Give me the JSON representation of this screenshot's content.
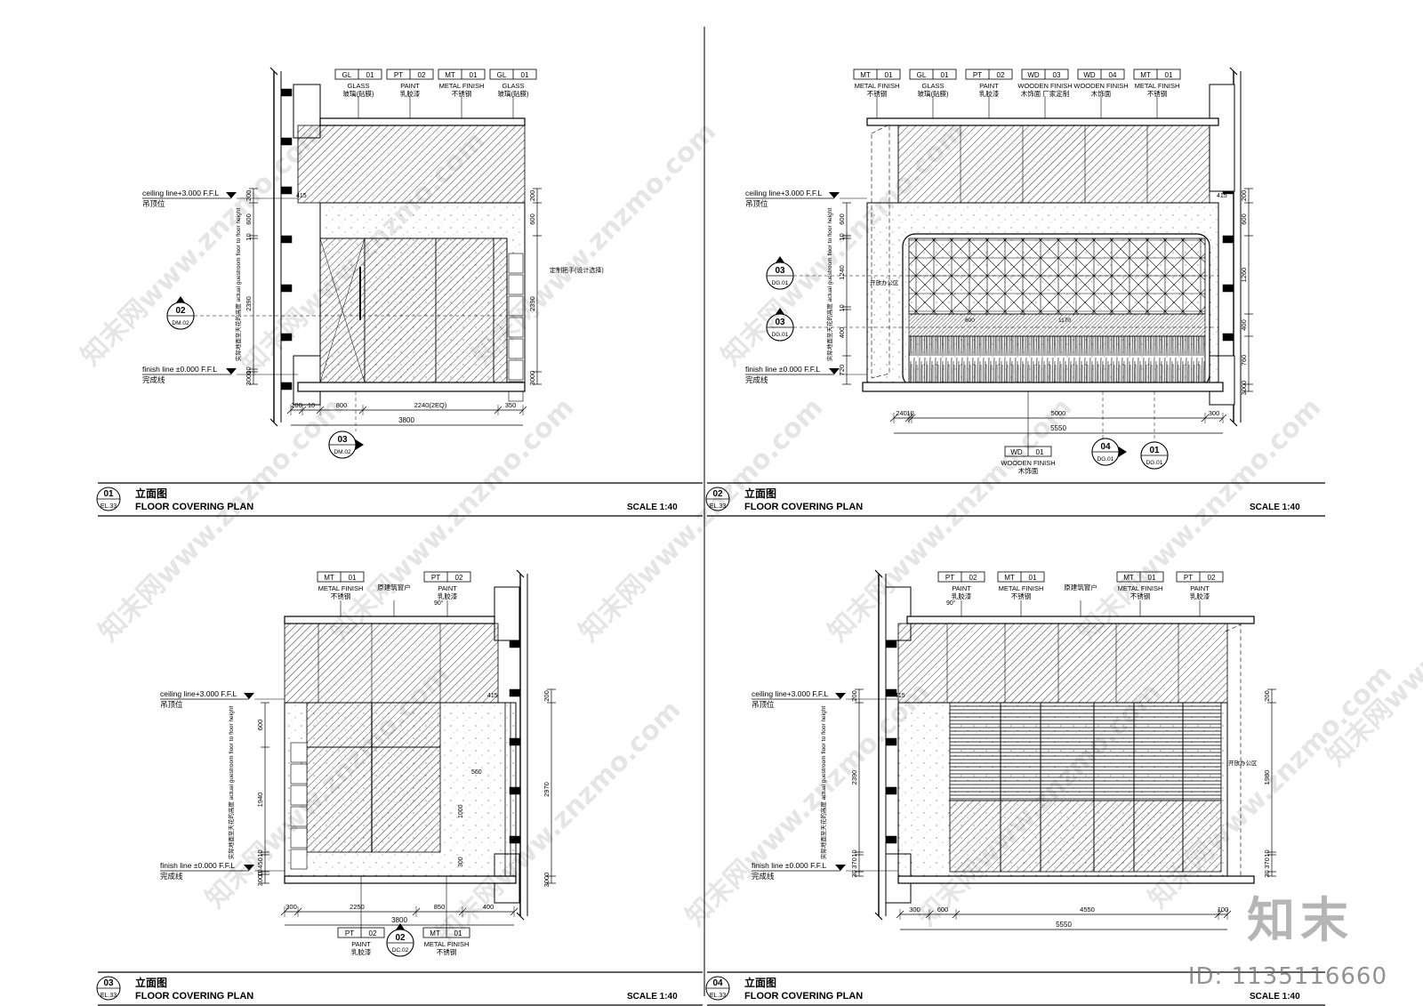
{
  "scale_label": "SCALE 1:40",
  "panels": [
    {
      "id": "p1",
      "num": "01",
      "ref": "EL.33",
      "title_cn": "立面图",
      "title_en": "FLOOR COVERING PLAN",
      "tags": [
        {
          "code": "GL",
          "num": "01",
          "en": "GLASS",
          "cn": "玻璃(贴膜)"
        },
        {
          "code": "PT",
          "num": "02",
          "en": "PAINT",
          "cn": "乳胶漆"
        },
        {
          "code": "MT",
          "num": "01",
          "en": "METAL FINISH",
          "cn": "不锈钢"
        },
        {
          "code": "GL",
          "num": "01",
          "en": "GLASS",
          "cn": "玻璃(贴膜)"
        }
      ],
      "ceiling_en": "ceiling line+3.000 F.F.L",
      "ceiling_cn": "吊顶位",
      "finish_en": "finish line ±0.000 F.F.L",
      "finish_cn": "完成线",
      "left_dims": [
        "200",
        "600",
        "10",
        "2390",
        "10",
        "3000"
      ],
      "right_dims": [
        "200",
        "600",
        "2390",
        "3000"
      ],
      "bottom_dims": [
        "200",
        "10",
        "800",
        "2240(2EQ)",
        "350"
      ],
      "total": "3800",
      "callouts": [
        {
          "n": "02",
          "r": "DM.02"
        },
        {
          "n": "03",
          "r": "DM.02"
        }
      ],
      "notes": [
        "定制把手(设计选择)",
        "415"
      ],
      "vertical_note": "实际地面至天花的高度 actual guestroom floor to floor height"
    },
    {
      "id": "p2",
      "num": "02",
      "ref": "EL.33",
      "title_cn": "立面图",
      "title_en": "FLOOR COVERING PLAN",
      "tags": [
        {
          "code": "MT",
          "num": "01",
          "en": "METAL FINISH",
          "cn": "不锈钢"
        },
        {
          "code": "GL",
          "num": "01",
          "en": "GLASS",
          "cn": "玻璃(贴膜)"
        },
        {
          "code": "PT",
          "num": "02",
          "en": "PAINT",
          "cn": "乳胶漆"
        },
        {
          "code": "WD",
          "num": "03",
          "en": "WOODEN FINISH",
          "cn": "木饰面 厂家定制"
        },
        {
          "code": "WD",
          "num": "04",
          "en": "WOODEN FINISH",
          "cn": "木饰面"
        },
        {
          "code": "MT",
          "num": "01",
          "en": "METAL FINISH",
          "cn": "不锈钢"
        }
      ],
      "ceiling_en": "ceiling line+3.000 F.F.L",
      "ceiling_cn": "吊顶位",
      "finish_en": "finish line ±0.000 F.F.L",
      "finish_cn": "完成线",
      "left_dims": [
        "600",
        "10",
        "1240",
        "10",
        "400",
        "720"
      ],
      "right_dims": [
        "200",
        "600",
        "1260",
        "400",
        "760",
        "3000"
      ],
      "bottom_dims": [
        "240",
        "10",
        "5000",
        "300"
      ],
      "total": "5550",
      "callouts": [
        {
          "n": "03",
          "r": "DG.01"
        },
        {
          "n": "03",
          "r": "DG.01"
        },
        {
          "n": "04",
          "r": "DG.01"
        },
        {
          "n": "01",
          "r": "DG.01"
        }
      ],
      "bottom_tag": {
        "code": "WD",
        "num": "01",
        "en": "WOODEN FINISH",
        "cn": "木饰面"
      },
      "notes": [
        "开放办公区",
        "415",
        "600",
        "1170"
      ],
      "vertical_note": "实际地面至天花的高度 actual guestroom floor to floor height"
    },
    {
      "id": "p3",
      "num": "03",
      "ref": "EL.33",
      "title_cn": "立面图",
      "title_en": "FLOOR COVERING PLAN",
      "tags": [
        {
          "code": "MT",
          "num": "01",
          "en": "METAL FINISH",
          "cn": "不锈钢"
        },
        {
          "code": "",
          "num": "",
          "en": "",
          "cn": "原建筑窗户"
        },
        {
          "code": "PT",
          "num": "02",
          "en": "PAINT",
          "cn": "乳胶漆"
        }
      ],
      "ceiling_en": "ceiling line+3.000 F.F.L",
      "ceiling_cn": "吊顶位",
      "finish_en": "finish line ±0.000 F.F.L",
      "finish_cn": "完成线",
      "left_dims": [
        "600",
        "1940",
        "10",
        "450",
        "10",
        "3000"
      ],
      "right_dims": [
        "200",
        "2970",
        "3000"
      ],
      "bottom_dims": [
        "300",
        "2250",
        "850",
        "400"
      ],
      "total": "3800",
      "callouts": [
        {
          "n": "02",
          "r": "DC.02"
        }
      ],
      "bottom_tags": [
        {
          "code": "PT",
          "num": "02",
          "en": "PAINT",
          "cn": "乳胶漆"
        },
        {
          "code": "MT",
          "num": "01",
          "en": "METAL FINISH",
          "cn": "不锈钢"
        }
      ],
      "notes": [
        "90°",
        "560",
        "1000",
        "300",
        "415"
      ],
      "vertical_note": "实际地面至天花的高度 actual guestroom floor to floor height"
    },
    {
      "id": "p4",
      "num": "04",
      "ref": "EL.33",
      "title_cn": "立面图",
      "title_en": "FLOOR COVERING PLAN",
      "tags": [
        {
          "code": "PT",
          "num": "02",
          "en": "PAINT",
          "cn": "乳胶漆"
        },
        {
          "code": "MT",
          "num": "01",
          "en": "METAL FINISH",
          "cn": "不锈钢"
        },
        {
          "code": "",
          "num": "",
          "en": "",
          "cn": "原建筑窗户"
        },
        {
          "code": "MT",
          "num": "01",
          "en": "METAL FINISH",
          "cn": "不锈钢"
        },
        {
          "code": "PT",
          "num": "02",
          "en": "PAINT",
          "cn": "乳胶漆"
        }
      ],
      "ceiling_en": "ceiling line+3.000 F.F.L",
      "ceiling_cn": "吊顶位",
      "finish_en": "finish line ±0.000 F.F.L",
      "finish_cn": "完成线",
      "left_dims": [
        "200",
        "2390",
        "10",
        "370",
        "30",
        "3000"
      ],
      "right_dims": [
        "200",
        "1980",
        "10",
        "370",
        "30",
        "3000"
      ],
      "bottom_dims": [
        "300",
        "600",
        "4550",
        "100"
      ],
      "total": "5550",
      "notes": [
        "90°",
        "开放办公区",
        "415"
      ],
      "vertical_note": "实际地面至天花的高度 actual guestroom floor to floor height"
    }
  ],
  "watermark": "知末网www.znzmo.com",
  "brand": "知末",
  "id_label": "ID: 1135116660"
}
